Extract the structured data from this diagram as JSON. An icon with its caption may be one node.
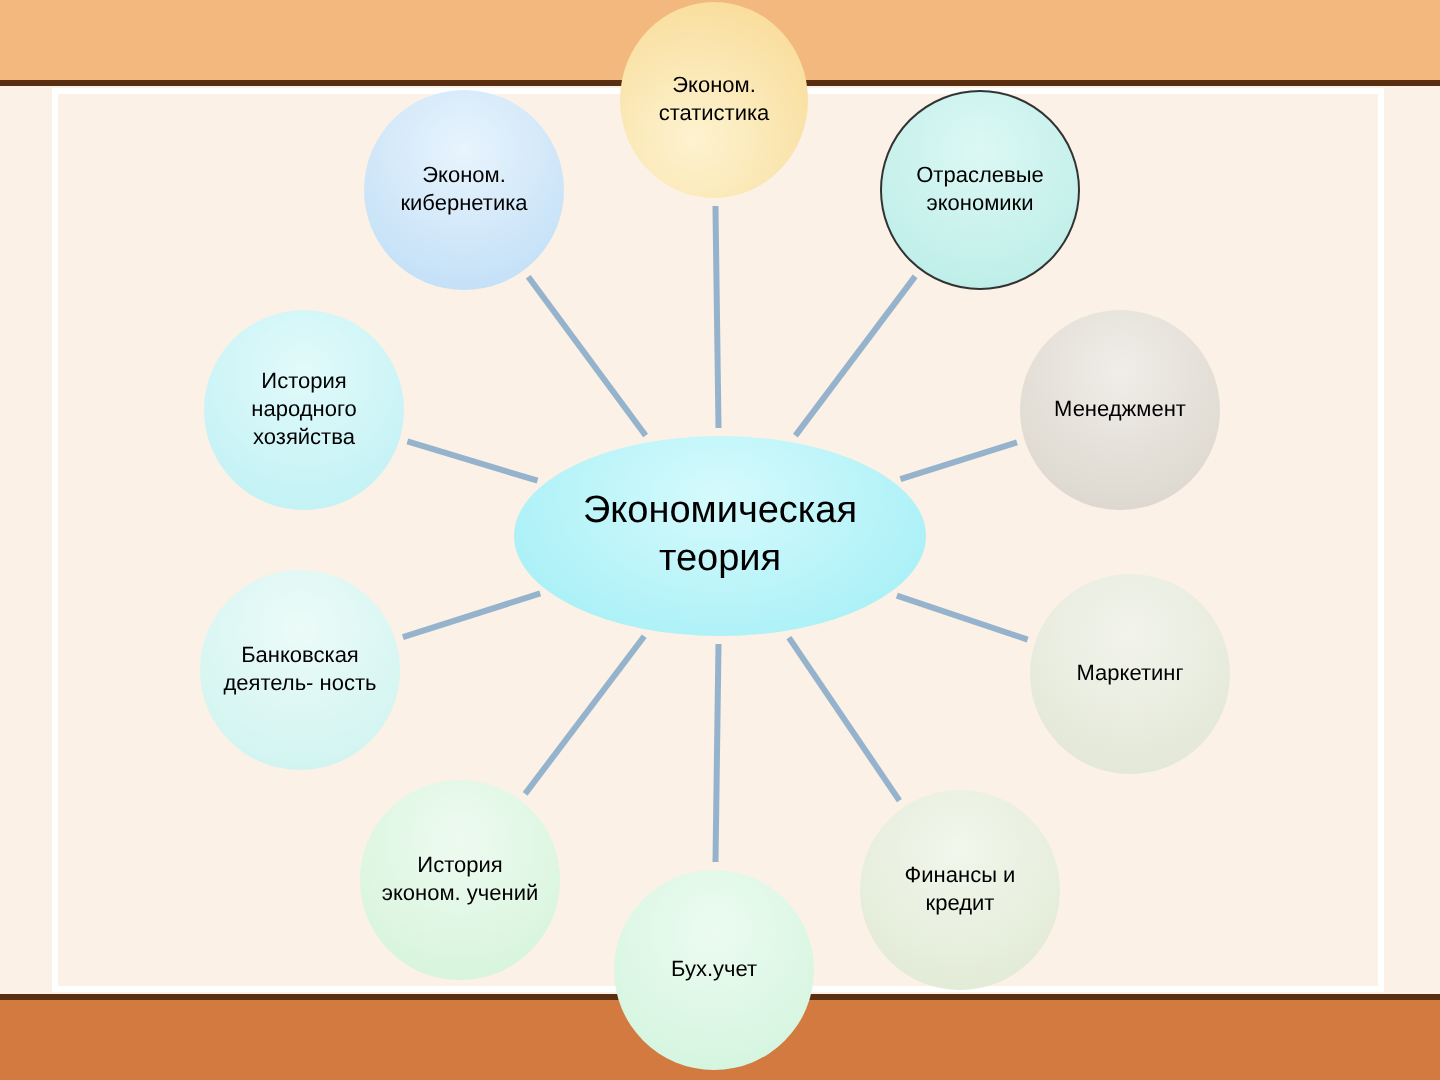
{
  "diagram": {
    "nodes": [
      {
        "text": [
          "Эконом. статистика"
        ]
      },
      {
        "text": [
          "Эконом. кибернетика"
        ]
      },
      {
        "text": [
          "Отраслевые экономики"
        ]
      },
      {
        "text": [
          "История народного хозяйства"
        ]
      },
      {
        "text": [
          "Менеджмент"
        ]
      },
      {
        "text": [
          "Экономическая теория"
        ]
      },
      {
        "text": [
          "Банковская деятель- ность"
        ]
      },
      {
        "text": [
          "Маркетинг"
        ]
      },
      {
        "text": [
          "История эконом. учений"
        ]
      },
      {
        "text": [
          "Финансы и кредит"
        ]
      },
      {
        "text": [
          "Бух.учет"
        ]
      }
    ],
    "edges": [
      {
        "from": 5,
        "to": 0,
        "arrow": "none"
      },
      {
        "from": 5,
        "to": 1,
        "arrow": "none"
      },
      {
        "from": 5,
        "to": 2,
        "arrow": "none"
      },
      {
        "from": 5,
        "to": 3,
        "arrow": "none"
      },
      {
        "from": 5,
        "to": 4,
        "arrow": "none"
      },
      {
        "from": 5,
        "to": 6,
        "arrow": "none"
      },
      {
        "from": 5,
        "to": 7,
        "arrow": "none"
      },
      {
        "from": 5,
        "to": 8,
        "arrow": "none"
      },
      {
        "from": 5,
        "to": 9,
        "arrow": "none"
      },
      {
        "from": 5,
        "to": 10,
        "arrow": "none"
      }
    ]
  }
}
